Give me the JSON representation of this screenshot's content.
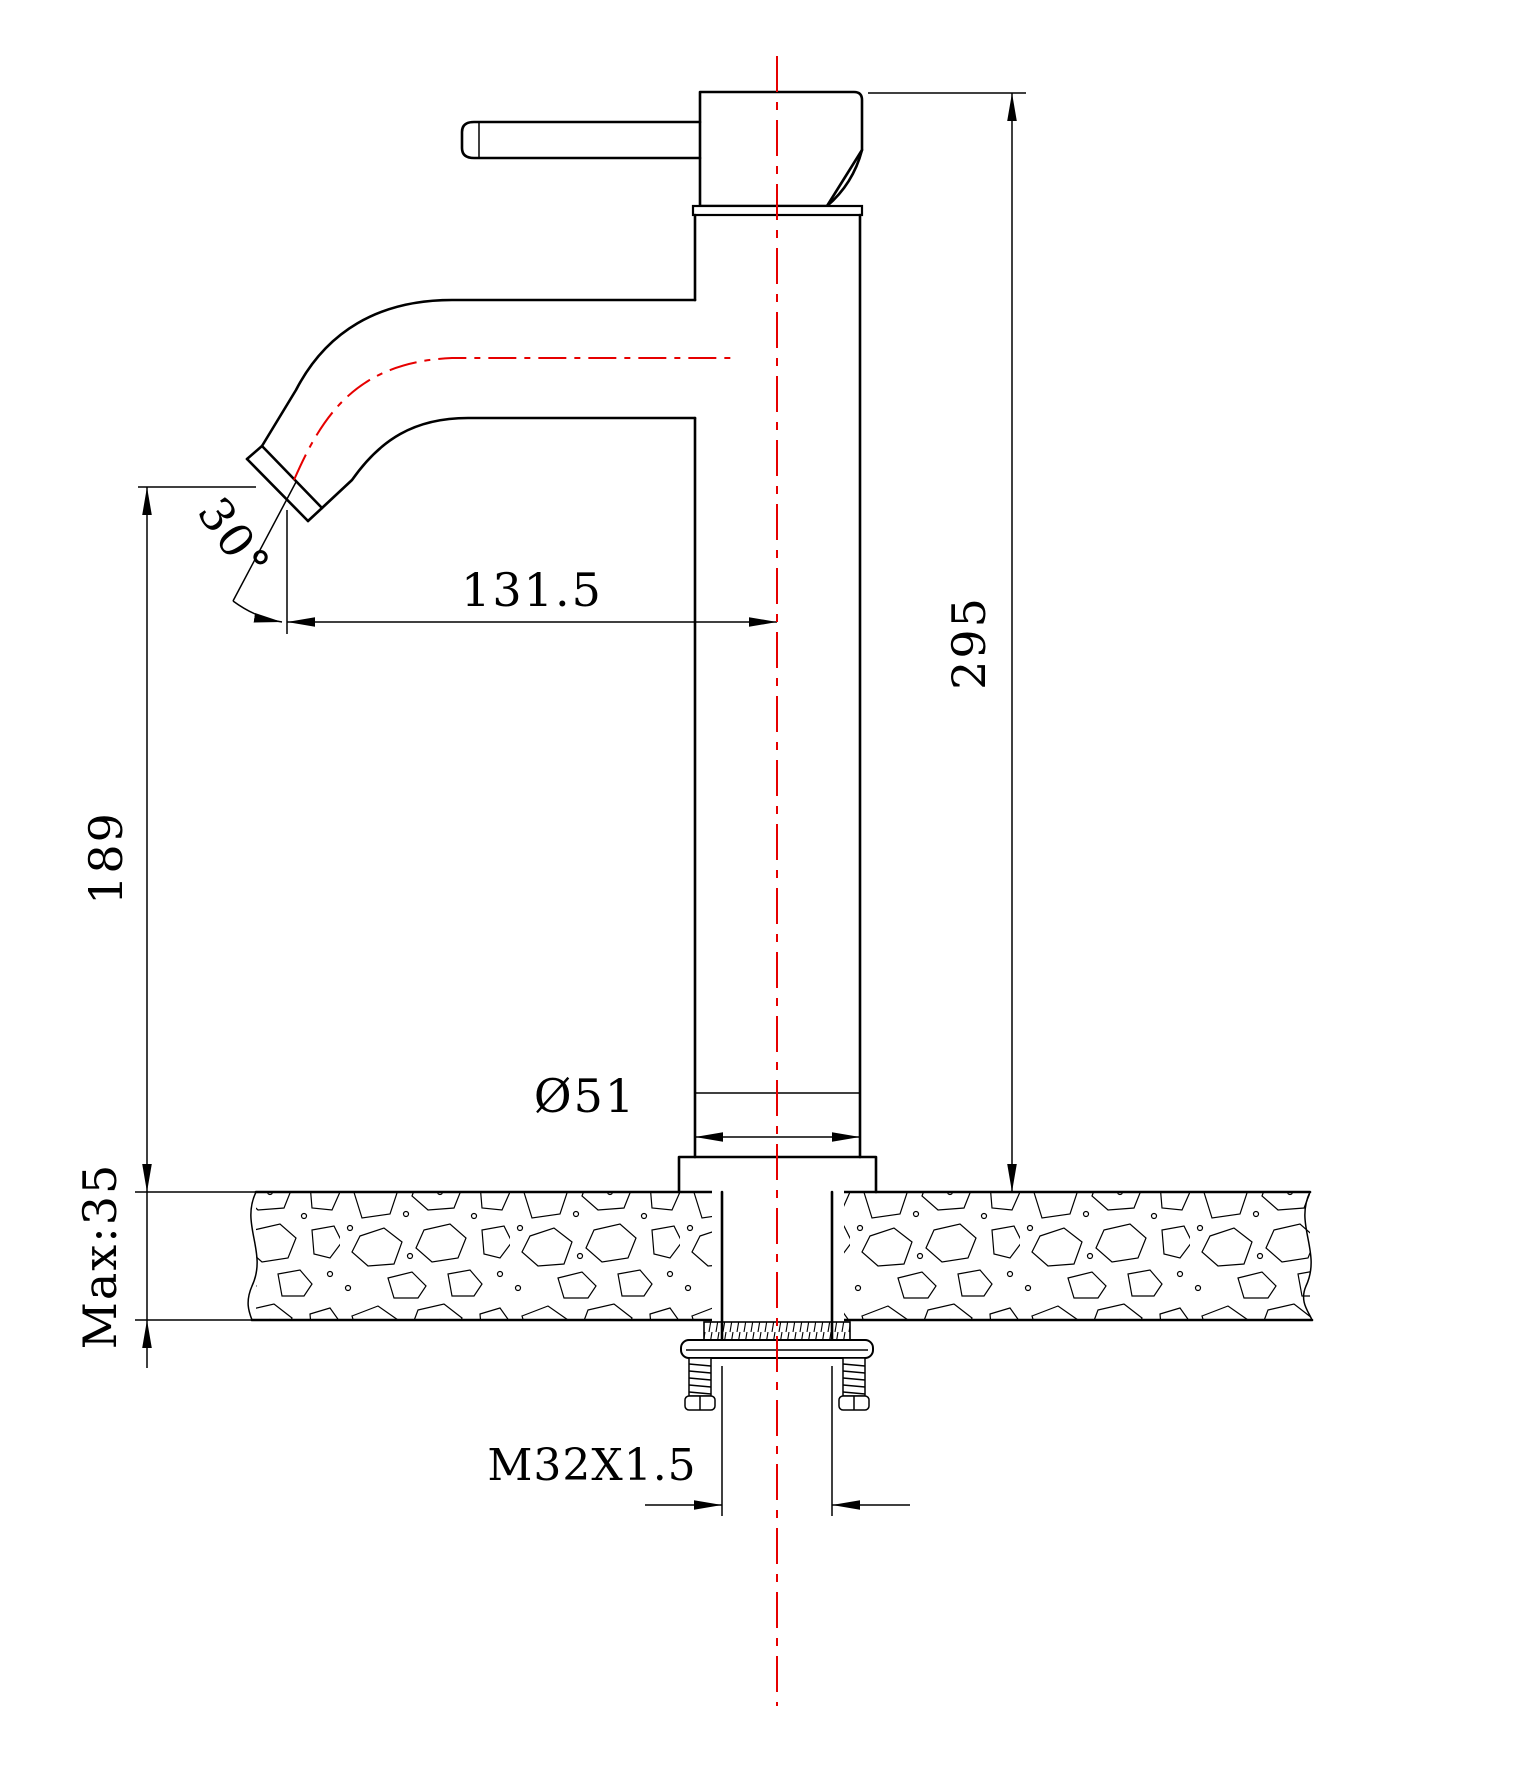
{
  "drawing": {
    "kind": "technical-dimension-drawing",
    "subject": "tall single-lever basin mixer tap, side elevation with installation dimensions",
    "labels": {
      "spout_reach": "131.5",
      "overall_height": "295",
      "spout_outlet_height": "189",
      "spout_angle": "30°",
      "body_diameter": "Ø51",
      "max_deck_thickness": "Max:35",
      "mounting_thread": "M32X1.5"
    },
    "colors": {
      "line": "#000000",
      "centerline": "#e60000",
      "background": "#ffffff"
    }
  }
}
